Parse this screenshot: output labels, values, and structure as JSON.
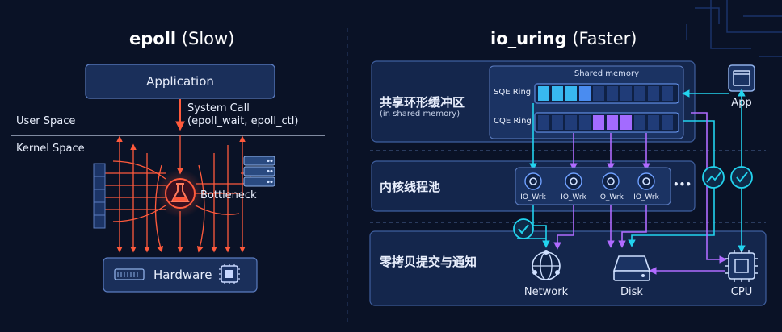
{
  "left": {
    "title_bold": "epoll",
    "title_rest": "(Slow)",
    "application": "Application",
    "system_call_line1": "System Call",
    "system_call_line2": "(epoll_wait, epoll_ctl)",
    "user_space": "User Space",
    "kernel_space": "Kernel Space",
    "bottleneck": "Bottleneck",
    "hardware": "Hardware"
  },
  "right": {
    "title_bold": "io_uring",
    "title_rest": "(Faster)",
    "shared_buffer_title": "共享环形缓冲区",
    "shared_buffer_sub": "(in shared memory)",
    "shared_memory": "Shared memory",
    "sqe_ring": "SQE Ring",
    "cqe_ring": "CQE Ring",
    "app": "App",
    "kernel_pool": "内核线程池",
    "workers": [
      "IO_Wrk",
      "IO_Wrk",
      "IO_Wrk",
      "IO_Wrk"
    ],
    "ellipsis": "•••",
    "zero_copy": "零拷贝提交与通知",
    "network": "Network",
    "disk": "Disk",
    "cpu": "CPU"
  },
  "colors": {
    "background": "#0a1226",
    "panel": "#162a52",
    "panel_border": "#4b6fb0",
    "red_path": "#ff5a3c",
    "cyan": "#22d3ee",
    "violet": "#b06bff",
    "text": "#e8eefc"
  },
  "icons": {
    "bottleneck": "flask-icon",
    "server": "server-rack-icon",
    "hardware_bar": "ram-module-icon",
    "hardware_chip": "chip-icon",
    "app": "app-window-icon",
    "worker": "gear-icon",
    "network": "network-globe-icon",
    "disk": "disk-drive-icon",
    "cpu": "cpu-icon",
    "check": "check-circle-icon",
    "chart": "chart-trend-icon"
  }
}
